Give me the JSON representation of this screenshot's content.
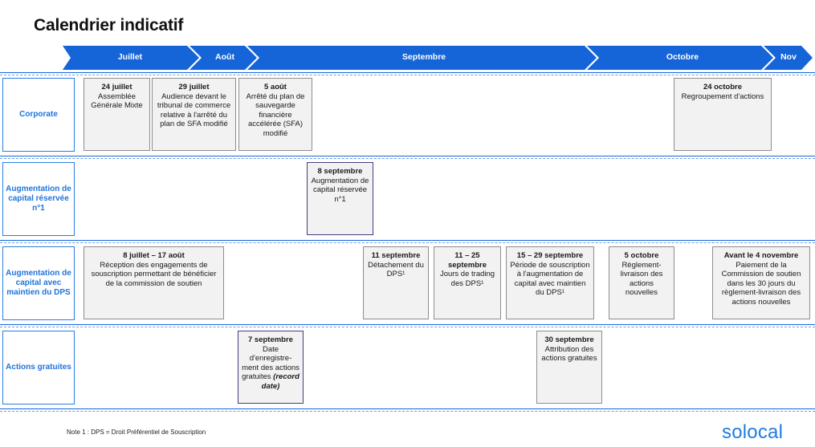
{
  "title": "Calendrier indicatif",
  "colors": {
    "accent": "#1565d8",
    "label_text": "#1e74dc",
    "box_border": "#8e8e8e",
    "highlight_border": "#4a3a82",
    "logo": "#1e7ce3"
  },
  "timeline": {
    "months": [
      {
        "label": "Juillet"
      },
      {
        "label": "Août"
      },
      {
        "label": "Septembre"
      },
      {
        "label": "Octobre"
      },
      {
        "label": "Nov"
      }
    ]
  },
  "rows": [
    {
      "label": "Corporate"
    },
    {
      "label": "Augmentation de capital réservée n°1"
    },
    {
      "label": "Augmentation de capital avec maintien du DPS"
    },
    {
      "label": "Actions gratuites"
    }
  ],
  "events": {
    "corporate": [
      {
        "date": "24 juillet",
        "desc": "Assemblée Générale Mixte"
      },
      {
        "date": "29 juillet",
        "desc": "Audience devant le tribunal de commerce relative à l'arrêté du plan de SFA modifié"
      },
      {
        "date": "5 août",
        "desc": "Arrêté du plan de sauvegarde financière accélérée (SFA) modifié"
      },
      {
        "date": "24 octobre",
        "desc": "Regroupement d'actions"
      }
    ],
    "reserved": [
      {
        "date": "8 septembre",
        "desc": "Augmentation de capital réservée n°1"
      }
    ],
    "dps": [
      {
        "date": "8 juillet – 17 août",
        "desc": "Réception des engagements de souscription permettant de bénéficier de la commission de soutien"
      },
      {
        "date": "11 septembre",
        "desc": "Détachement du DPS¹"
      },
      {
        "date": "11 – 25 septembre",
        "desc": "Jours de trading des DPS¹"
      },
      {
        "date": "15 – 29 septembre",
        "desc": "Période de souscription à l'augmentation de capital avec maintien du DPS¹"
      },
      {
        "date": "5 octobre",
        "desc": "Règlement-livraison des actions nouvelles"
      },
      {
        "date": "Avant le 4 novembre",
        "desc": "Paiement de la Commission de soutien dans les 30 jours du règlement-livraison des actions nouvelles"
      }
    ],
    "free": [
      {
        "date": "7 septembre",
        "desc": "Date d'enregistre-ment des actions gratuites",
        "extra": "(record date)"
      },
      {
        "date": "30 septembre",
        "desc": "Attribution des actions gratuites"
      }
    ]
  },
  "footnote": "Note 1 : DPS = Droit Préférentiel de Souscription",
  "logo": "solocal"
}
